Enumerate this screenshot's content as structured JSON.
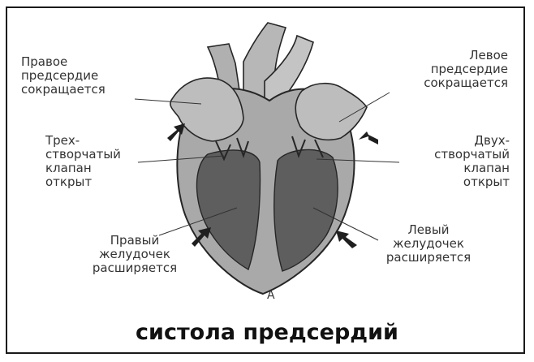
{
  "labels": {
    "right_atrium": "Правое\nпредсердие\nсокращается",
    "left_atrium": "Левое\nпредсердие\nсокращается",
    "tricuspid_valve": "Трех-\nстворчатый\nклапан\nоткрыт",
    "bicuspid_valve": "Двух-\nстворчатый\nклапан\nоткрыт",
    "right_ventricle": "Правый\nжелудочек\nрасширяется",
    "left_ventricle": "Левый\nжелудочек\nрасширяется"
  },
  "figure_letter": "А",
  "caption": "систола предсердий",
  "colors": {
    "wall": "#a9a9a9",
    "chamber": "#5e5e5e",
    "vessel": "#b7b7b7",
    "outline": "#262626",
    "arrow": "#1f1f1f"
  }
}
